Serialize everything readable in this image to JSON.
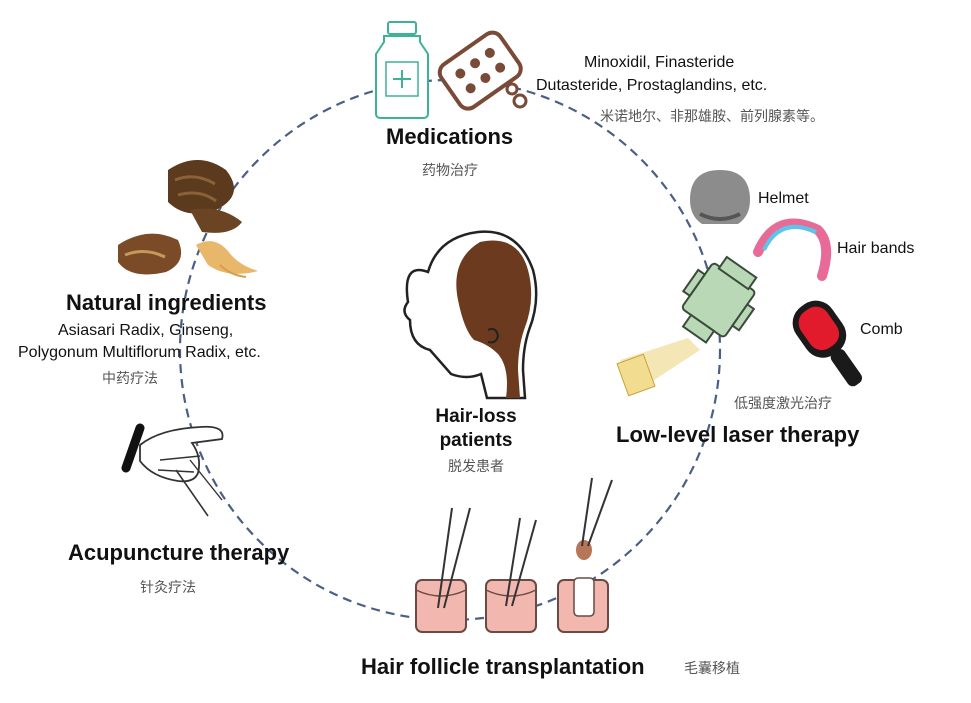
{
  "center": {
    "title_line1": "Hair-loss",
    "title_line2": "patients",
    "subtitle_cn": "脱发患者"
  },
  "medications": {
    "title": "Medications",
    "subtitle_cn": "药物治疗",
    "drugs_line1": "Minoxidil, Finasteride",
    "drugs_line2": "Dutasteride, Prostaglandins, etc.",
    "drugs_cn": "米诺地尔、非那雄胺、前列腺素等。"
  },
  "natural": {
    "title": "Natural ingredients",
    "line1": "Asiasari Radix, Ginseng,",
    "line2": "Polygonum Multiflorum Radix, etc.",
    "subtitle_cn": "中药疗法"
  },
  "laser": {
    "title": "Low-level laser therapy",
    "subtitle_cn": "低强度激光治疗",
    "devices": [
      "Helmet",
      "Hair bands",
      "Comb"
    ]
  },
  "acupuncture": {
    "title": "Acupuncture therapy",
    "subtitle_cn": "针灸疗法"
  },
  "transplant": {
    "title": "Hair follicle transplantation",
    "subtitle_cn": "毛囊移植"
  },
  "colors": {
    "ring": "#4a5f86",
    "bottle": "#3cb394",
    "pill_pack": "#7a4a38",
    "hair": "#6b3a1f",
    "skin": "#f2b8b0",
    "laser_device": "#b9d9b6",
    "comb_red": "#e11b2b"
  }
}
